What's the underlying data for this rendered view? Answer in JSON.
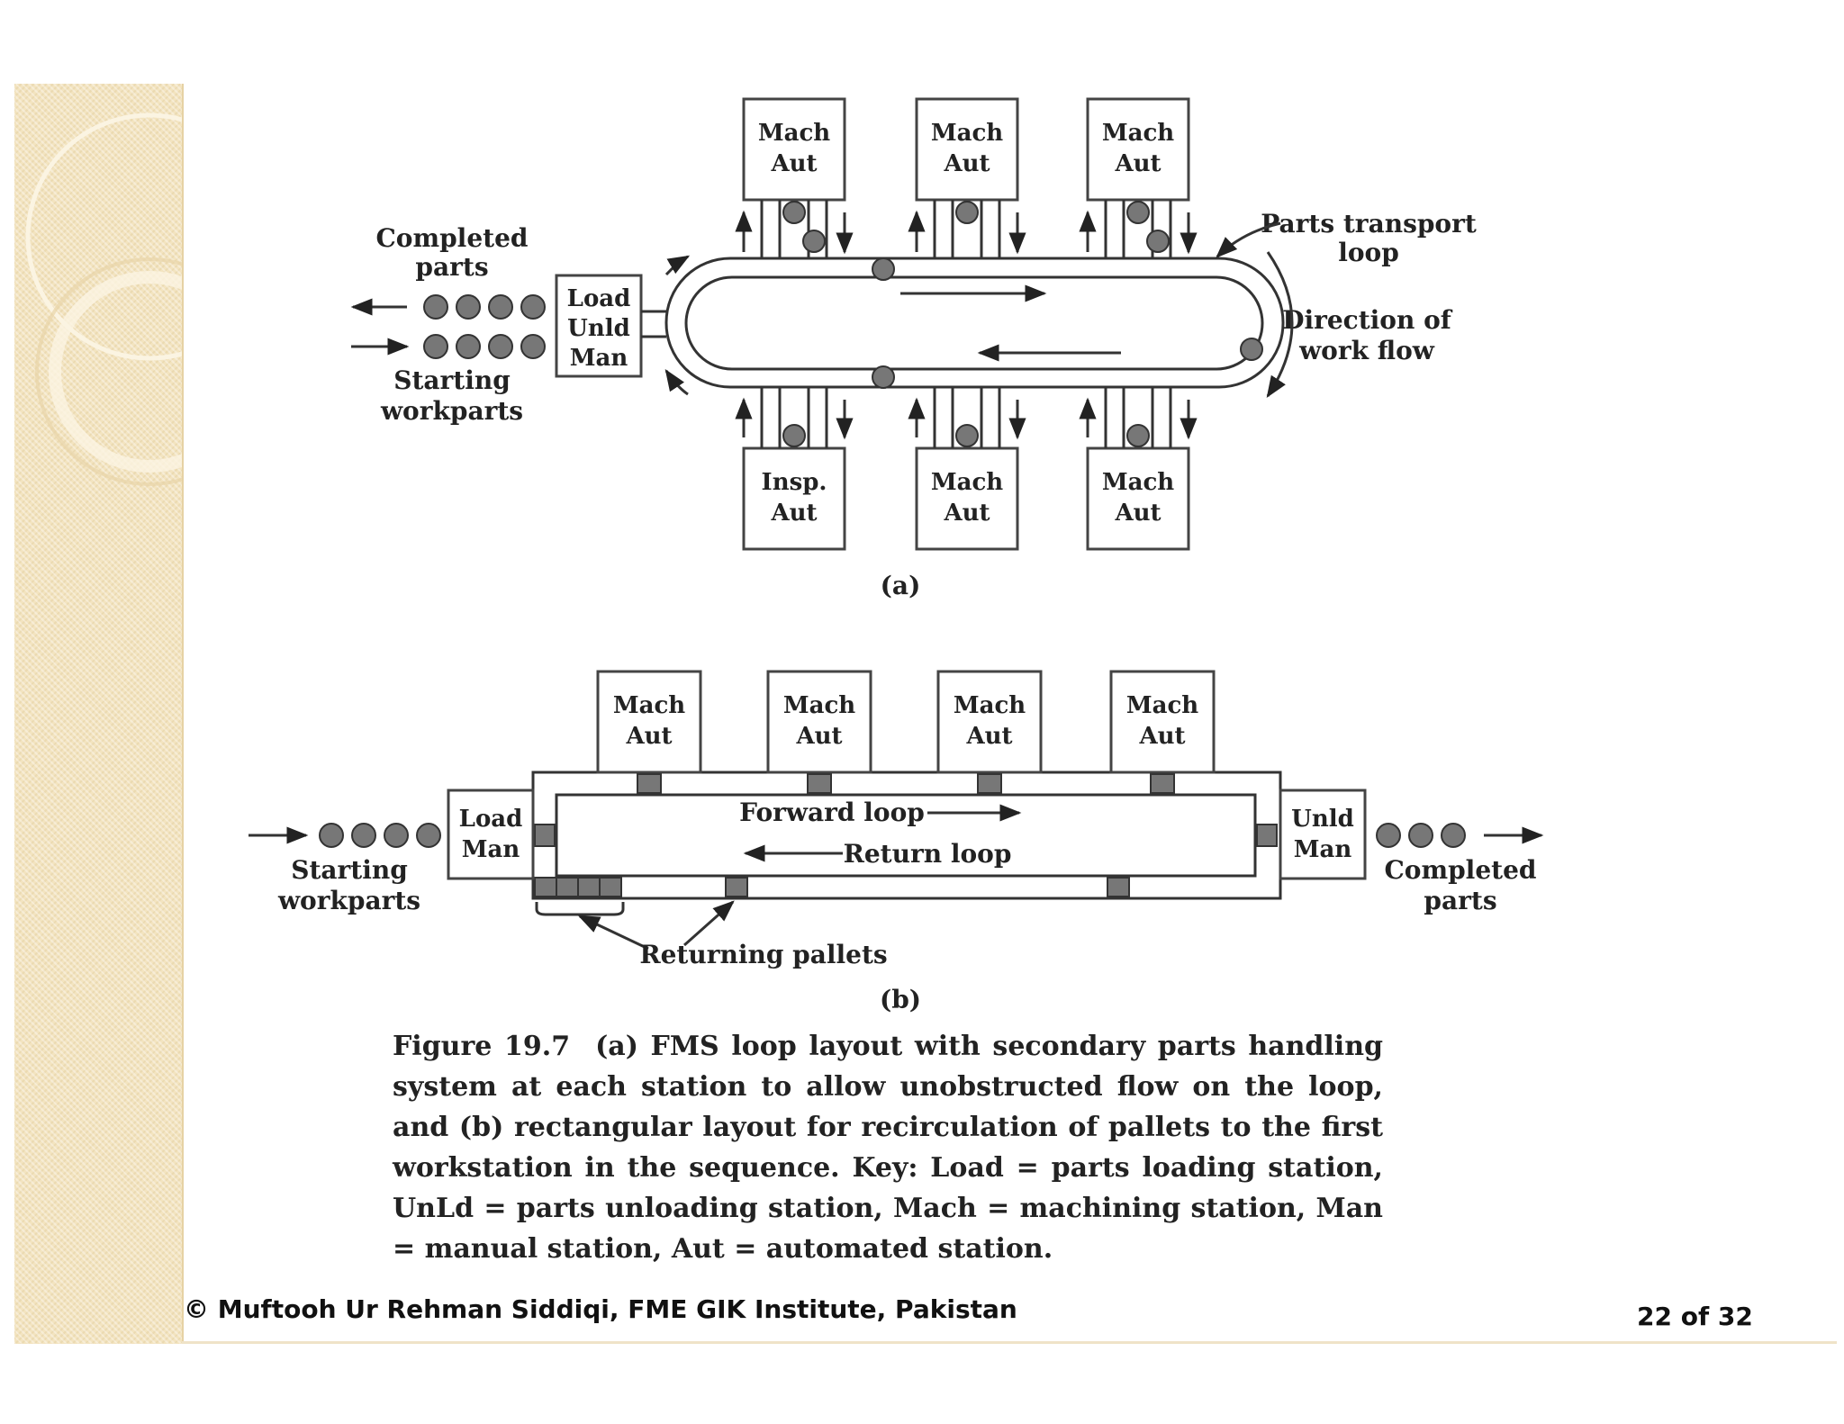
{
  "figure_a": {
    "top_stations": [
      {
        "line1": "Mach",
        "line2": "Aut"
      },
      {
        "line1": "Mach",
        "line2": "Aut"
      },
      {
        "line1": "Mach",
        "line2": "Aut"
      }
    ],
    "bottom_stations": [
      {
        "line1": "Insp.",
        "line2": "Aut"
      },
      {
        "line1": "Mach",
        "line2": "Aut"
      },
      {
        "line1": "Mach",
        "line2": "Aut"
      }
    ],
    "load_station": {
      "line1": "Load",
      "line2": "Unld",
      "line3": "Man"
    },
    "completed_label": {
      "line1": "Completed",
      "line2": "parts"
    },
    "starting_label": {
      "line1": "Starting",
      "line2": "workparts"
    },
    "transport_label": {
      "line1": "Parts transport",
      "line2": "loop"
    },
    "direction_label": {
      "line1": "Direction of",
      "line2": "work flow"
    },
    "sublabel": "(a)"
  },
  "figure_b": {
    "stations": [
      {
        "line1": "Mach",
        "line2": "Aut"
      },
      {
        "line1": "Mach",
        "line2": "Aut"
      },
      {
        "line1": "Mach",
        "line2": "Aut"
      },
      {
        "line1": "Mach",
        "line2": "Aut"
      }
    ],
    "load_station": {
      "line1": "Load",
      "line2": "Man"
    },
    "unload_station": {
      "line1": "Unld",
      "line2": "Man"
    },
    "starting_label": {
      "line1": "Starting",
      "line2": "workparts"
    },
    "completed_label": {
      "line1": "Completed",
      "line2": "parts"
    },
    "forward_loop": "Forward loop",
    "return_loop": "Return loop",
    "returning_pallets": "Returning pallets",
    "sublabel": "(b)"
  },
  "caption": {
    "figure": "Figure 19.7",
    "text": "(a) FMS loop layout with secondary parts handling system at each station to allow unobstructed flow on the loop, and (b) rectangular layout for recirculation of pallets to the first workstation in the sequence. Key: Load = parts loading station, UnLd = parts unloading station, Mach = machining station, Man = manual station, Aut = automated station."
  },
  "footer": {
    "copyright": "© Muftooh Ur Rehman Siddiqi, FME GIK Institute, Pakistan",
    "page": "22 of 32"
  }
}
